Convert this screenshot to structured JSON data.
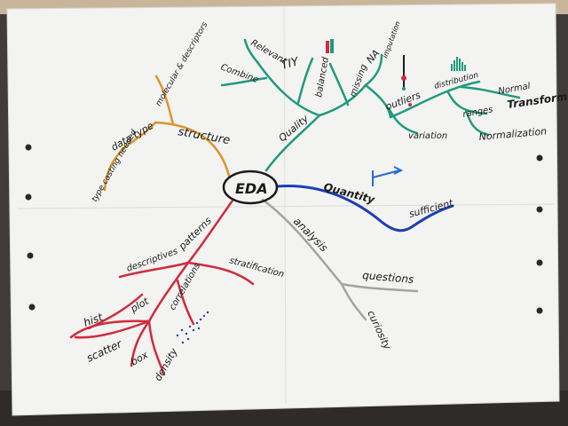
{
  "colors": {
    "structure": "#d9952f",
    "quality": "#1f9a7e",
    "quantity": "#1c3fb0",
    "analysis": "#9c9c9c",
    "patterns": "#cf2c3e",
    "paper": "#f4f4f2"
  },
  "center": "EDA",
  "branches": {
    "structure": {
      "label": "structure",
      "subs": [
        "data type",
        "molecular & descriptors",
        "type casting needed"
      ]
    },
    "quality": {
      "label": "Quality",
      "subs": [
        "Relevant",
        "TIY",
        "Combine",
        "balanced",
        "missing",
        "NA",
        "imputation",
        "outliers",
        "variation",
        "distribution",
        "Normal",
        "Transform",
        "ranges",
        "Normalization"
      ]
    },
    "quantity": {
      "label": "Quantity",
      "subs": [
        "sufficient"
      ]
    },
    "analysis": {
      "label": "analysis",
      "subs": [
        "questions",
        "curiosity"
      ]
    },
    "patterns": {
      "label": "patterns",
      "subs": [
        "descriptives",
        "stratification",
        "plot",
        "correlations",
        "hist",
        "scatter",
        "box",
        "density"
      ]
    }
  }
}
